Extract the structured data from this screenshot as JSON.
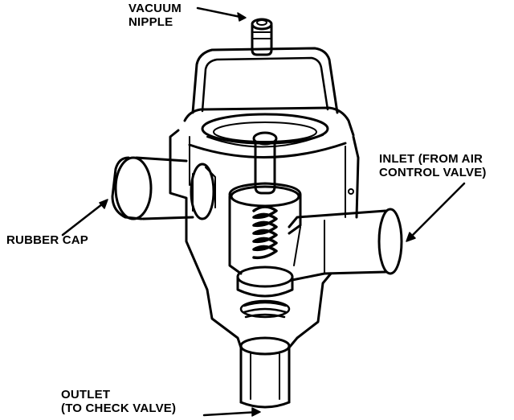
{
  "diagram": {
    "labels": {
      "vacuum_nipple": {
        "line1": "VACUUM",
        "line2": "NIPPLE"
      },
      "inlet": {
        "line1": "INLET (FROM AIR",
        "line2": "CONTROL VALVE)"
      },
      "rubber_cap": {
        "line1": "RUBBER CAP"
      },
      "outlet": {
        "line1": "OUTLET",
        "line2": "(TO CHECK VALVE)"
      }
    },
    "colors": {
      "ink": "#000000",
      "paper": "#ffffff"
    }
  }
}
